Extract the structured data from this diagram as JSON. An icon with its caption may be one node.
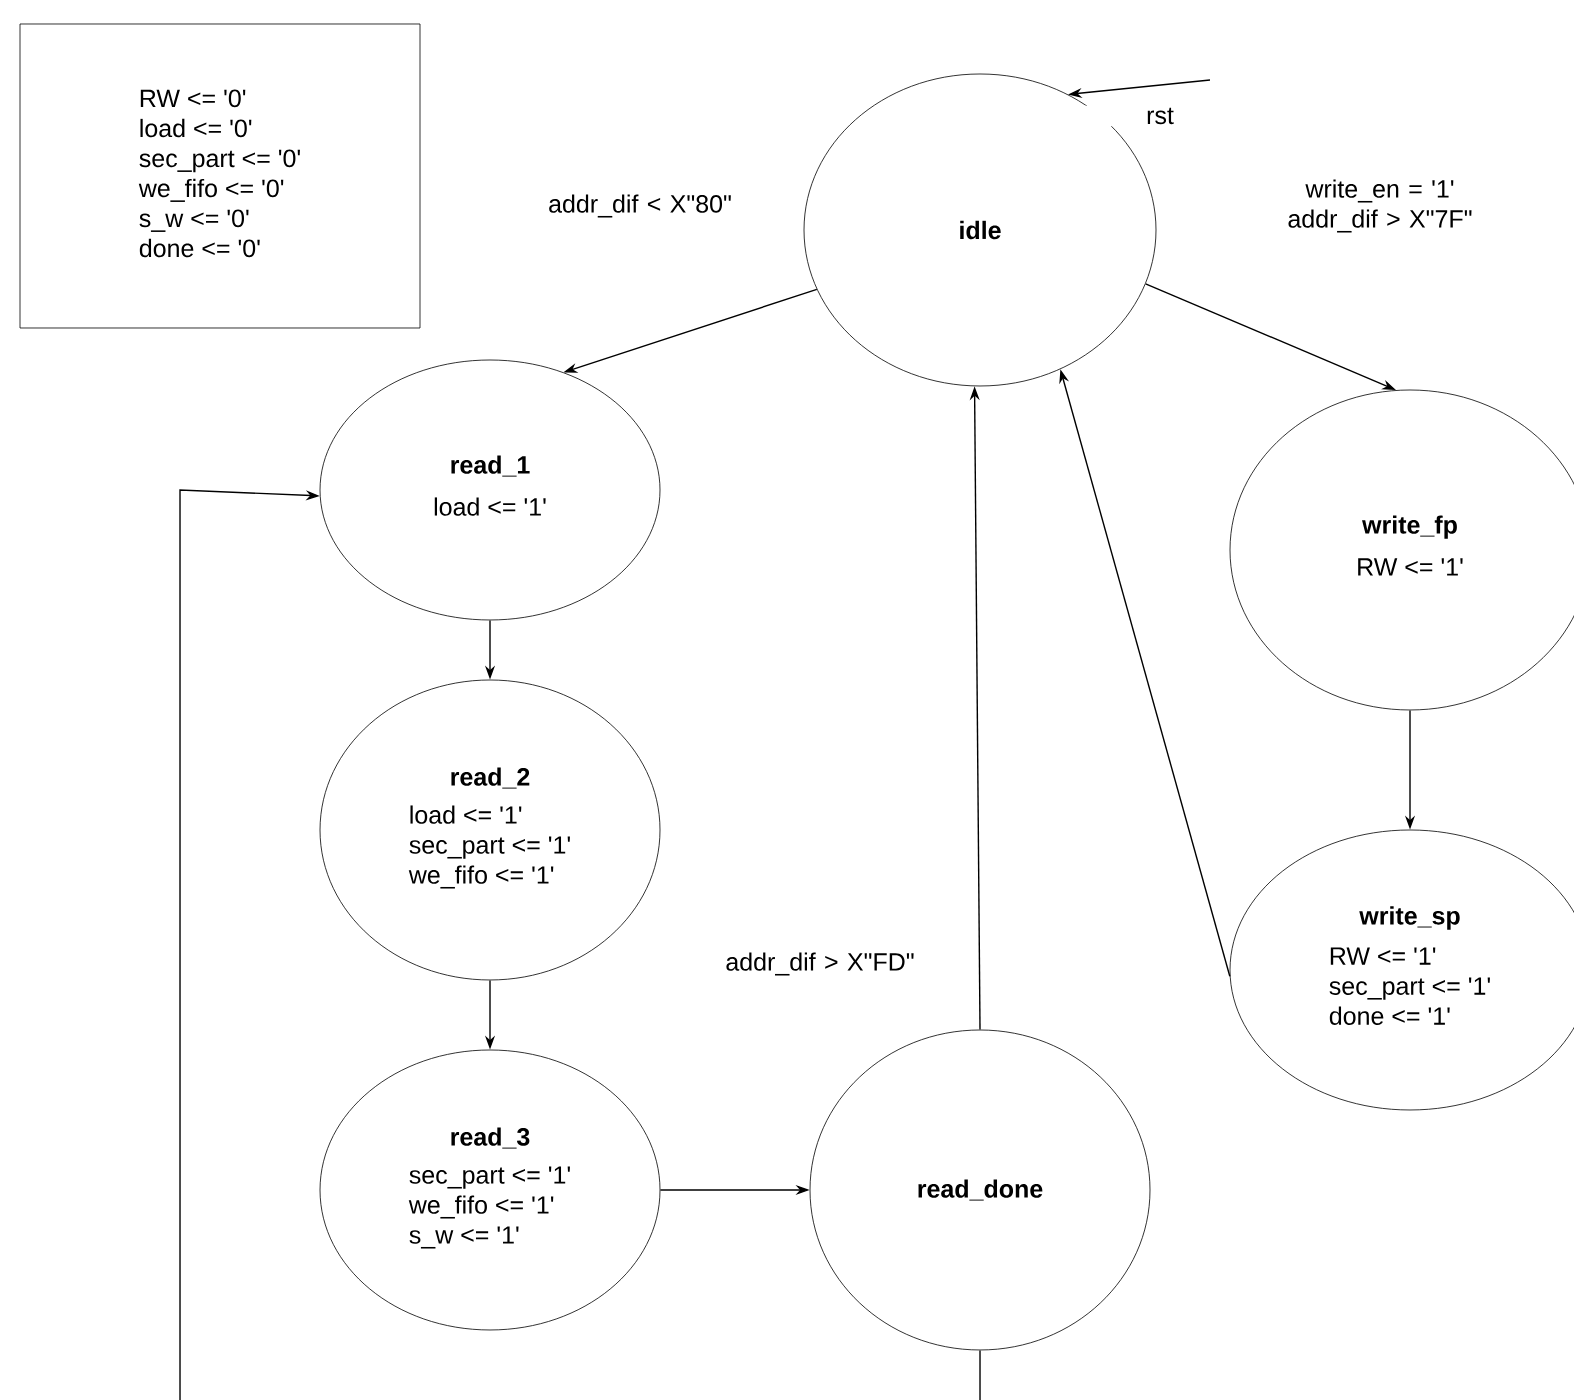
{
  "diagram": {
    "nodes": [
      {
        "text": [
          "RW <= '0'",
          "load <= '0'",
          "sec_part <= '0'",
          "we_fifo <= '0'",
          "s_w <= '0'",
          "done <= '0'"
        ]
      },
      {
        "text": [
          "idle"
        ]
      },
      {
        "text": [
          "read_1",
          "load <= '1'"
        ]
      },
      {
        "text": [
          "write_fp",
          "RW <= '1'"
        ]
      },
      {
        "text": [
          "read_2",
          "load <= '1'",
          "sec_part <= '1'",
          "we_fifo <= '1'"
        ]
      },
      {
        "text": [
          "write_sp",
          "RW <= '1'",
          "sec_part <= '1'",
          "done <= '1'"
        ]
      },
      {
        "text": [
          "read_3",
          "sec_part <= '1'",
          "we_fifo <= '1'",
          "s_w <= '1'"
        ]
      },
      {
        "text": [
          "read_done"
        ]
      }
    ],
    "edges": [
      {
        "from": null,
        "to": 1,
        "arrow": "to",
        "label": "rst"
      },
      {
        "from": 1,
        "to": 2,
        "arrow": "to",
        "label": "addr_dif < X\"80\""
      },
      {
        "from": 1,
        "to": 3,
        "arrow": "to",
        "label": "write_en = '1' addr_dif > X\"7F\""
      },
      {
        "from": 2,
        "to": 4,
        "arrow": "to"
      },
      {
        "from": 4,
        "to": 6,
        "arrow": "to"
      },
      {
        "from": 6,
        "to": 7,
        "arrow": "to"
      },
      {
        "from": 3,
        "to": 5,
        "arrow": "to"
      },
      {
        "from": 5,
        "to": 1,
        "arrow": "to"
      },
      {
        "from": 7,
        "to": 1,
        "arrow": "to",
        "label": "addr_dif > X\"FD\""
      },
      {
        "from": 7,
        "to": null,
        "arrow": "none"
      },
      {
        "from": null,
        "to": 2,
        "arrow": "to"
      }
    ]
  }
}
